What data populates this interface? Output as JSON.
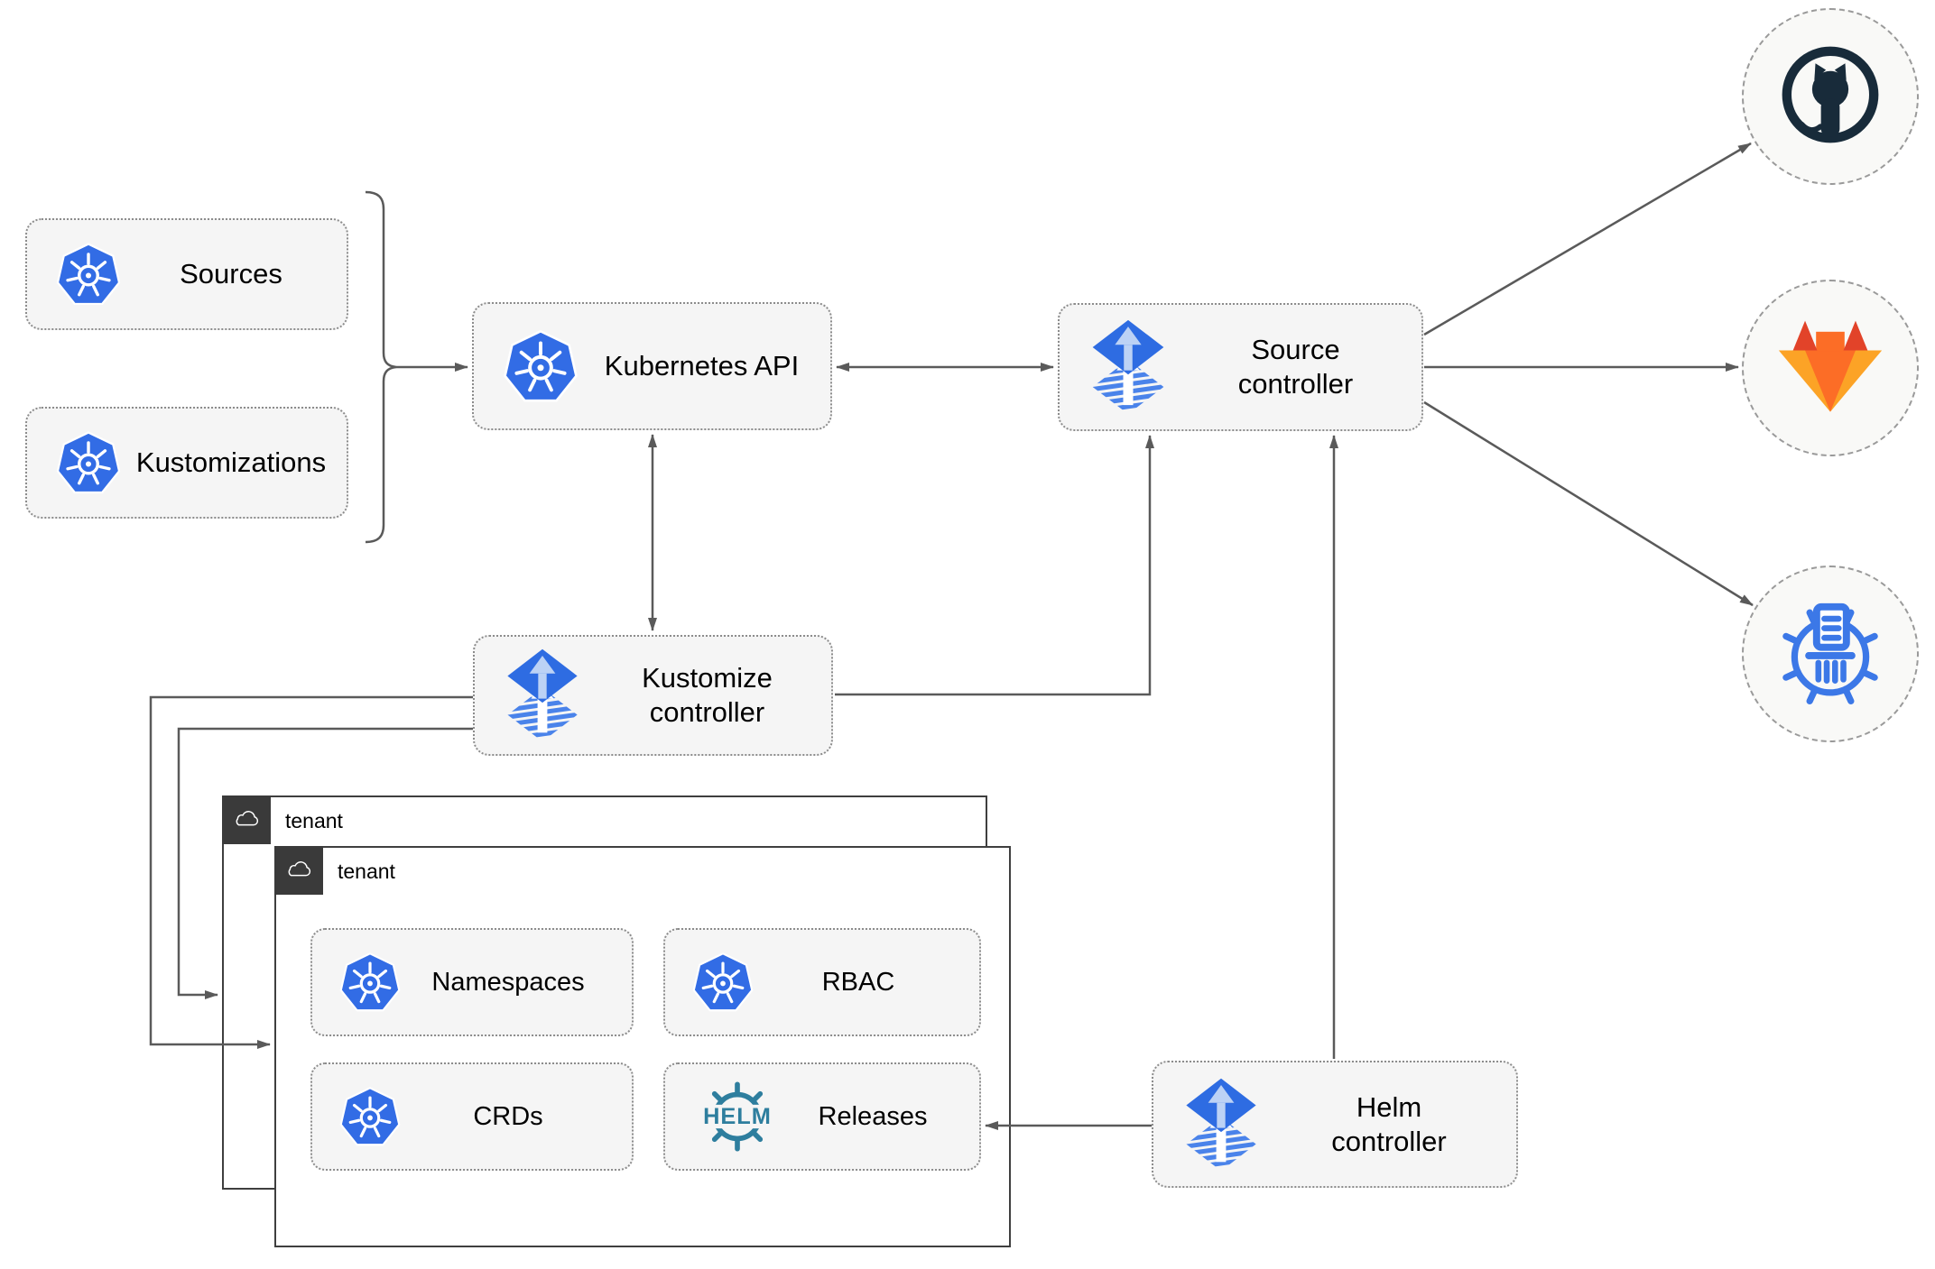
{
  "diagram": {
    "nodes": {
      "sources": "Sources",
      "kustomizations": "Kustomizations",
      "kubernetes_api": "Kubernetes API",
      "source_controller": "Source controller",
      "kustomize_controller": "Kustomize controller",
      "helm_controller": "Helm controller",
      "namespaces": "Namespaces",
      "rbac": "RBAC",
      "crds": "CRDs",
      "releases": "Releases"
    },
    "groups": {
      "tenant_back": "tenant",
      "tenant_front": "tenant"
    },
    "logos": {
      "helm_text": "HELM"
    },
    "icons": {
      "kubernetes": "kubernetes-wheel-icon",
      "flux": "flux-arrow-diamond-icon",
      "helm": "helm-wheel-icon",
      "github": "github-octocat-icon",
      "gitlab": "gitlab-tanuki-icon",
      "chartmuseum": "chart-museum-icon",
      "cloud": "cloud-icon"
    },
    "colors": {
      "kubernetes_blue": "#326ce5",
      "flux_blue": "#2e6ce2",
      "flux_light_arrow": "#bcd2f5",
      "flux_stripe": "#4a83ea",
      "helm_teal": "#2e7e9e",
      "github_dark": "#182b3a",
      "gitlab_red": "#e24329",
      "gitlab_orange": "#fc6d26",
      "gitlab_light_orange": "#fca326",
      "chartmuseum_blue": "#3c78e7",
      "line_gray": "#5a5a5a",
      "node_fill": "#f5f5f5",
      "tenant_tab": "#3a3a3a"
    }
  }
}
